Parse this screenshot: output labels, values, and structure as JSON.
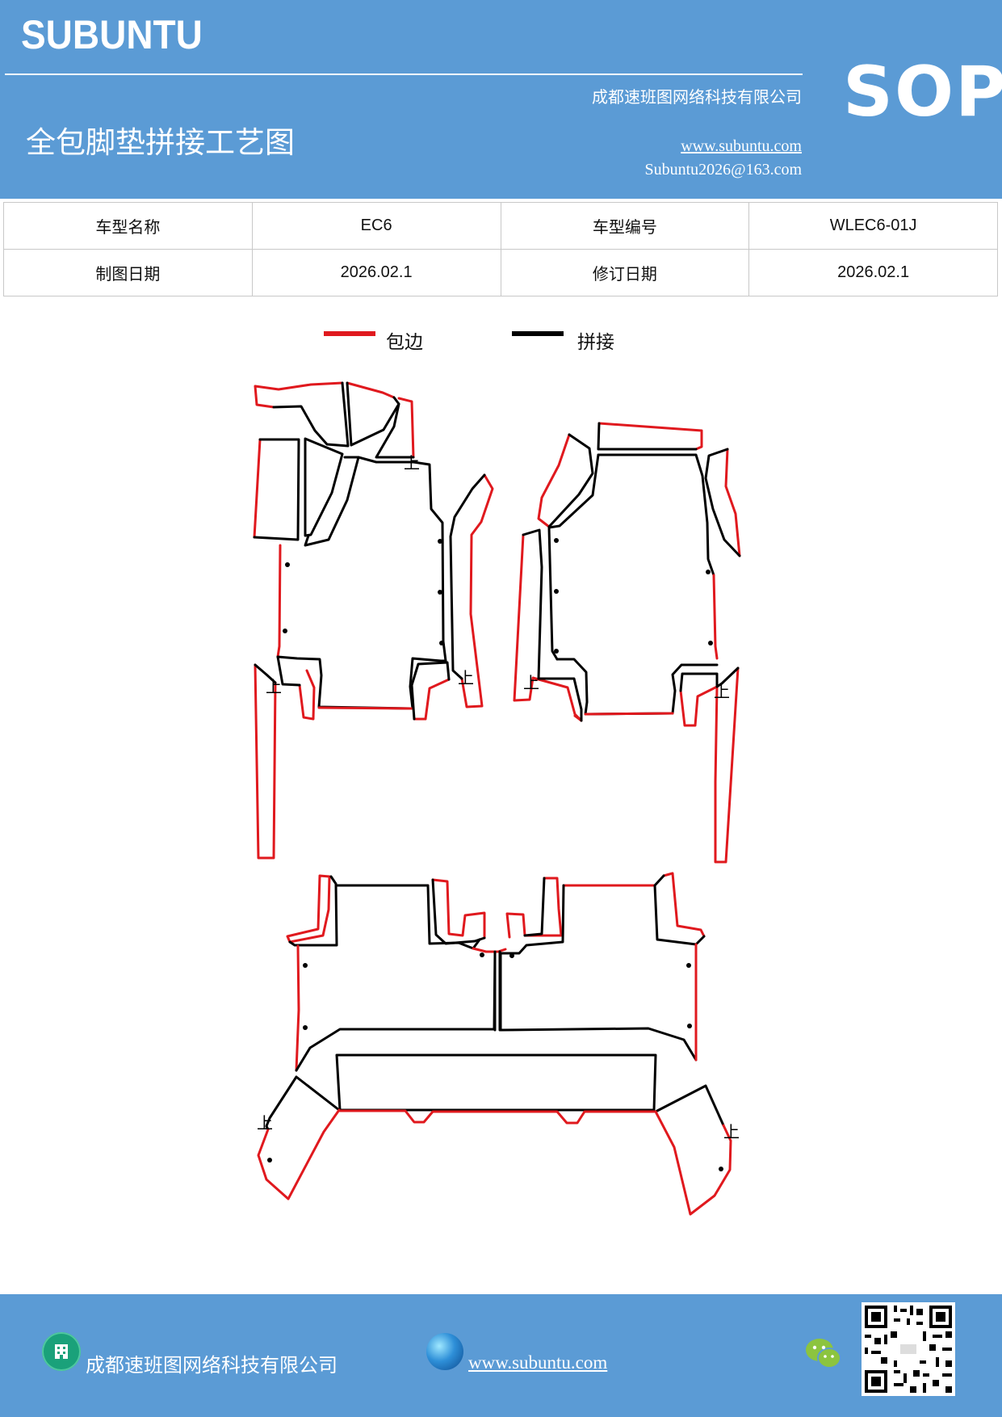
{
  "header": {
    "logo": "SUBUNTU",
    "company": "成都速班图网络科技有限公司",
    "title": "全包脚垫拼接工艺图",
    "website": "www.subuntu.com",
    "email": "Subuntu2026@163.com",
    "badge": "SOP"
  },
  "info_table": {
    "model_name_label": "车型名称",
    "model_name": "EC6",
    "model_code_label": "车型编号",
    "model_code": "WLEC6-01J",
    "draw_date_label": "制图日期",
    "draw_date": "2026.02.1",
    "revise_date_label": "修订日期",
    "revise_date": "2026.02.1"
  },
  "legend": {
    "items": [
      {
        "label": "包边",
        "color": "#e0191e"
      },
      {
        "label": "拼接",
        "color": "#000000"
      }
    ]
  },
  "drawing": {
    "up_mark": "上"
  },
  "footer": {
    "company": "成都速班图网络科技有限公司",
    "website": "www.subuntu.com",
    "company_icon": "building-icon",
    "web_icon": "globe-icon",
    "wechat_icon": "wechat-icon",
    "qr_icon": "qr-code"
  }
}
